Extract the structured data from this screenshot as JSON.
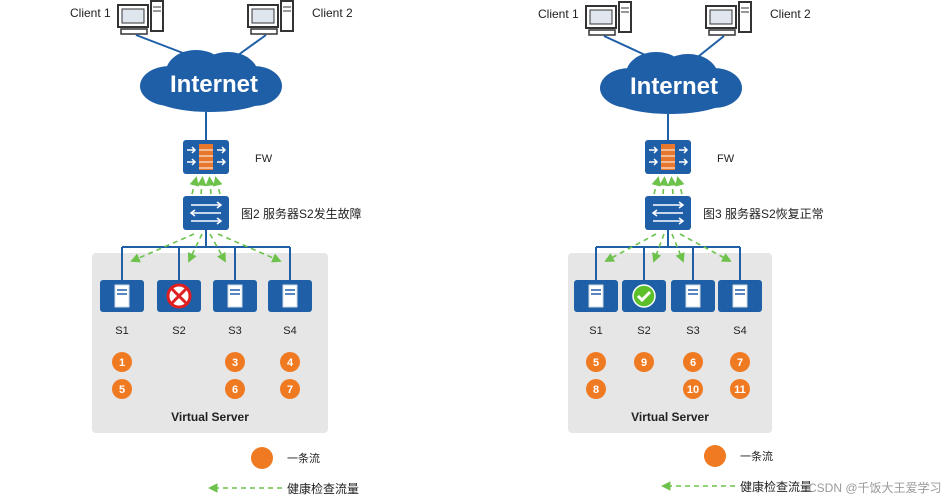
{
  "colors": {
    "cloud": "#1f5fa8",
    "device": "#1f5fa8",
    "flow": "#f07a22",
    "health": "#6cc24a",
    "panel": "#e6e6e6",
    "fault": "#e02020",
    "ok": "#5cc02a"
  },
  "left": {
    "client1": "Client 1",
    "client2": "Client 2",
    "internet": "Internet",
    "fw": "FW",
    "caption": "图2 服务器S2发生故障",
    "servers": [
      {
        "label": "S1",
        "status": "normal",
        "flows": [
          "1",
          "5"
        ]
      },
      {
        "label": "S2",
        "status": "fault",
        "flows": []
      },
      {
        "label": "S3",
        "status": "normal",
        "flows": [
          "3",
          "6"
        ]
      },
      {
        "label": "S4",
        "status": "normal",
        "flows": [
          "4",
          "7"
        ]
      }
    ],
    "virtual_server": "Virtual Server",
    "legend_flow": "一条流",
    "legend_health": "健康检查流量"
  },
  "right": {
    "client1": "Client 1",
    "client2": "Client 2",
    "internet": "Internet",
    "fw": "FW",
    "caption": "图3 服务器S2恢复正常",
    "servers": [
      {
        "label": "S1",
        "status": "normal",
        "flows": [
          "5",
          "8"
        ]
      },
      {
        "label": "S2",
        "status": "ok",
        "flows": [
          "9"
        ]
      },
      {
        "label": "S3",
        "status": "normal",
        "flows": [
          "6",
          "10"
        ]
      },
      {
        "label": "S4",
        "status": "normal",
        "flows": [
          "7",
          "11"
        ]
      }
    ],
    "virtual_server": "Virtual Server",
    "legend_flow": "一条流",
    "legend_health": "健康检查流量"
  },
  "watermark": "CSDN @千饭大王爱学习"
}
